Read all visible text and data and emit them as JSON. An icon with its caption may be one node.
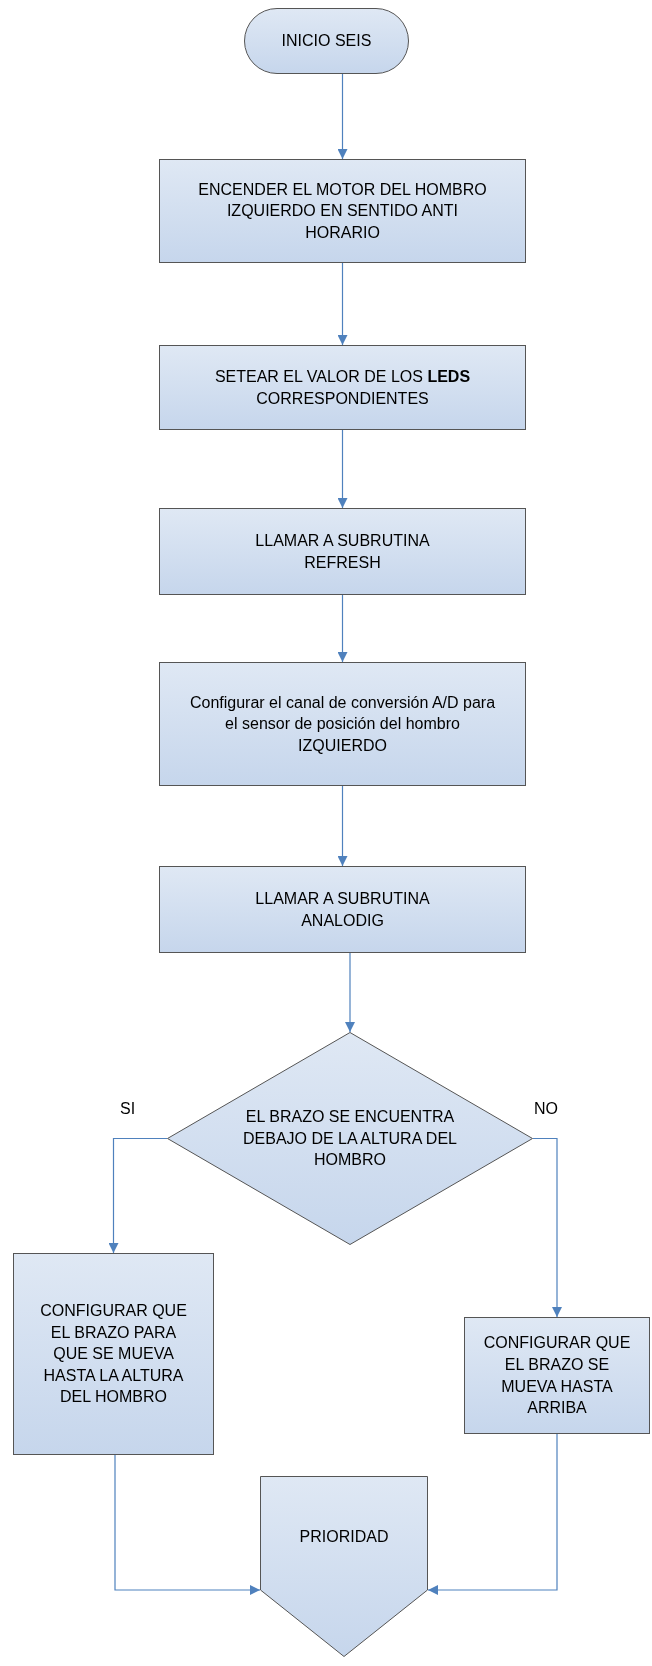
{
  "diagram": {
    "nodes": [
      {
        "text": [
          "INICIO SEIS"
        ]
      },
      {
        "text": [
          "ENCENDER EL MOTOR DEL HOMBRO IZQUIERDO EN SENTIDO ANTI HORARIO"
        ]
      },
      {
        "text": [
          "SETEAR  EL VALOR DE LOS **LEDS** CORRESPONDIENTES"
        ]
      },
      {
        "text": [
          "LLAMAR A SUBRUTINA REFRESH"
        ]
      },
      {
        "text": [
          "Configurar el canal de conversión A/D para el sensor de posición del hombro IZQUIERDO"
        ]
      },
      {
        "text": [
          "LLAMAR A SUBRUTINA ANALODIG"
        ]
      },
      {
        "text": [
          "EL BRAZO SE ENCUENTRA DEBAJO DE LA ALTURA DEL HOMBRO"
        ]
      },
      {
        "text": [
          "CONFIGURAR QUE EL BRAZO PARA QUE SE MUEVA HASTA LA ALTURA DEL HOMBRO"
        ]
      },
      {
        "text": [
          "CONFIGURAR QUE EL BRAZO SE MUEVA HASTA ARRIBA"
        ]
      },
      {
        "text": [
          "PRIORIDAD"
        ]
      }
    ],
    "edges": [
      {
        "from": 0,
        "to": 1,
        "arrow": "to"
      },
      {
        "from": 1,
        "to": 2,
        "arrow": "to"
      },
      {
        "from": 2,
        "to": 3,
        "arrow": "to"
      },
      {
        "from": 3,
        "to": 4,
        "arrow": "to"
      },
      {
        "from": 4,
        "to": 5,
        "arrow": "to"
      },
      {
        "from": 5,
        "to": 6,
        "arrow": "to"
      },
      {
        "from": 6,
        "to": 7,
        "arrow": "to",
        "label": "SI"
      },
      {
        "from": 6,
        "to": 8,
        "arrow": "to",
        "label": "NO"
      },
      {
        "from": 7,
        "to": 9,
        "arrow": "to"
      },
      {
        "from": 8,
        "to": 9,
        "arrow": "to"
      }
    ]
  }
}
